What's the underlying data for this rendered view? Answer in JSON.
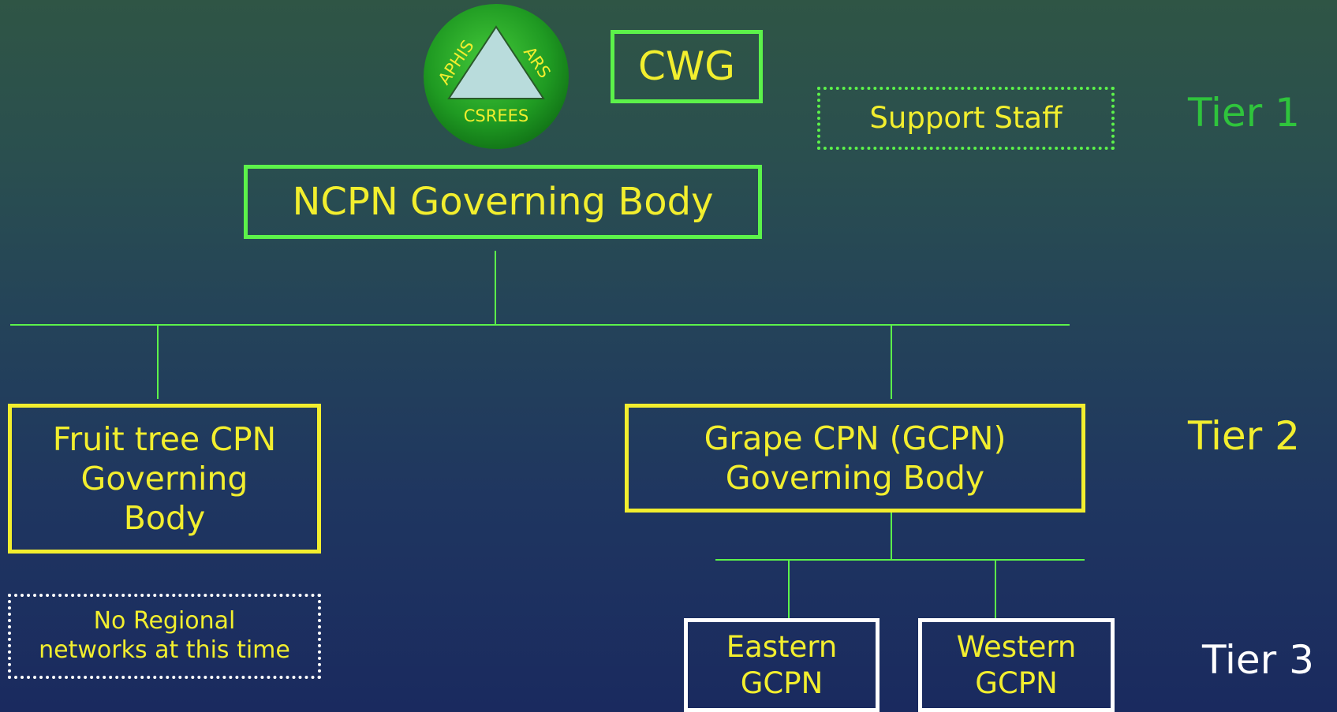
{
  "logo": {
    "left_text": "APHIS",
    "right_text": "ARS",
    "bottom_text": "CSREES"
  },
  "nodes": {
    "cwg": "CWG",
    "support_staff": "Support Staff",
    "ncpn": "NCPN Governing Body",
    "fruit_tree": [
      "Fruit tree CPN",
      "Governing",
      "Body"
    ],
    "grape": [
      "Grape CPN (GCPN)",
      "Governing Body"
    ],
    "no_regional": [
      "No Regional",
      "networks at this time"
    ],
    "eastern": [
      "Eastern",
      "GCPN"
    ],
    "western": [
      "Western",
      "GCPN"
    ]
  },
  "tiers": {
    "tier1": "Tier 1",
    "tier2": "Tier 2",
    "tier3": "Tier 3"
  },
  "colors": {
    "tier1": "#2fc43c",
    "tier2": "#f2ee2e",
    "tier3": "#ffffff",
    "connector": "#5cf24a",
    "text": "#f2ee2e"
  }
}
